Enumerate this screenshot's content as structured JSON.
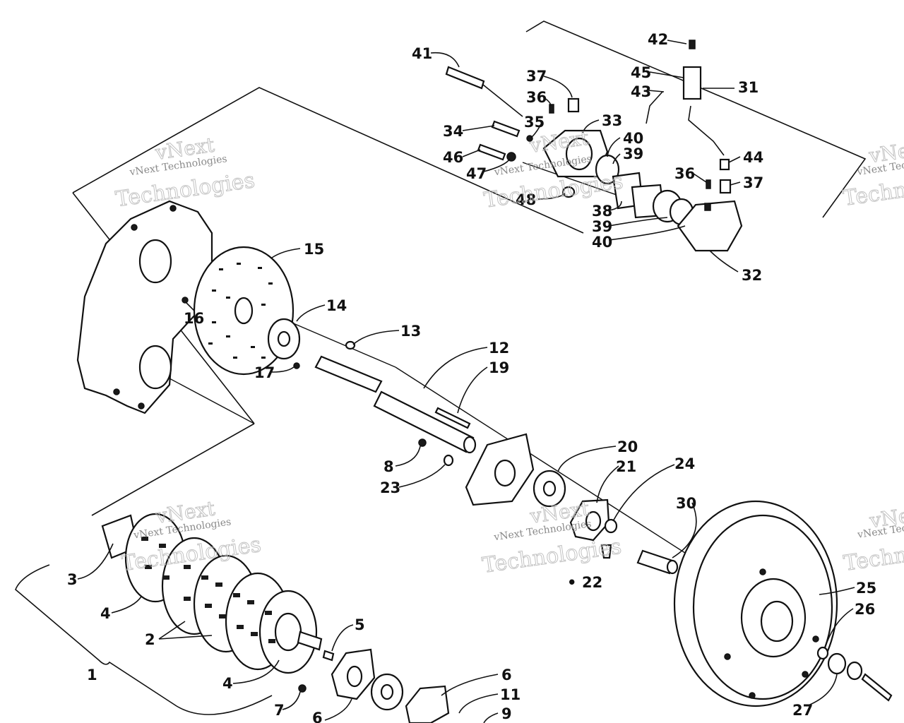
{
  "watermark": {
    "brand": "vNext",
    "word": "Technologies",
    "company": "vNext Technologies"
  },
  "callouts": [
    {
      "id": "c41",
      "text": "41"
    },
    {
      "id": "c42",
      "text": "42"
    },
    {
      "id": "c45",
      "text": "45"
    },
    {
      "id": "c43",
      "text": "43"
    },
    {
      "id": "c31",
      "text": "31"
    },
    {
      "id": "c37a",
      "text": "37"
    },
    {
      "id": "c36a",
      "text": "36"
    },
    {
      "id": "c35",
      "text": "35"
    },
    {
      "id": "c33",
      "text": "33"
    },
    {
      "id": "c34",
      "text": "34"
    },
    {
      "id": "c40a",
      "text": "40"
    },
    {
      "id": "c39a",
      "text": "39"
    },
    {
      "id": "c46",
      "text": "46"
    },
    {
      "id": "c47",
      "text": "47"
    },
    {
      "id": "c44",
      "text": "44"
    },
    {
      "id": "c36b",
      "text": "36"
    },
    {
      "id": "c37b",
      "text": "37"
    },
    {
      "id": "c48",
      "text": "48"
    },
    {
      "id": "c38",
      "text": "38"
    },
    {
      "id": "c39b",
      "text": "39"
    },
    {
      "id": "c40b",
      "text": "40"
    },
    {
      "id": "c32",
      "text": "32"
    },
    {
      "id": "c15",
      "text": "15"
    },
    {
      "id": "c14",
      "text": "14"
    },
    {
      "id": "c16",
      "text": "16"
    },
    {
      "id": "c13",
      "text": "13"
    },
    {
      "id": "c12",
      "text": "12"
    },
    {
      "id": "c17",
      "text": "17"
    },
    {
      "id": "c19",
      "text": "19"
    },
    {
      "id": "c20",
      "text": "20"
    },
    {
      "id": "c8",
      "text": "8"
    },
    {
      "id": "c21",
      "text": "21"
    },
    {
      "id": "c24",
      "text": "24"
    },
    {
      "id": "c23",
      "text": "23"
    },
    {
      "id": "c30",
      "text": "30"
    },
    {
      "id": "c3",
      "text": "3"
    },
    {
      "id": "c22",
      "text": "22"
    },
    {
      "id": "c25",
      "text": "25"
    },
    {
      "id": "c4a",
      "text": "4"
    },
    {
      "id": "c26",
      "text": "26"
    },
    {
      "id": "c5",
      "text": "5"
    },
    {
      "id": "c2",
      "text": "2"
    },
    {
      "id": "c1",
      "text": "1"
    },
    {
      "id": "c6a",
      "text": "6"
    },
    {
      "id": "c4b",
      "text": "4"
    },
    {
      "id": "c11",
      "text": "11"
    },
    {
      "id": "c7",
      "text": "7"
    },
    {
      "id": "c9",
      "text": "9"
    },
    {
      "id": "c27",
      "text": "27"
    },
    {
      "id": "c6b",
      "text": "6"
    }
  ]
}
